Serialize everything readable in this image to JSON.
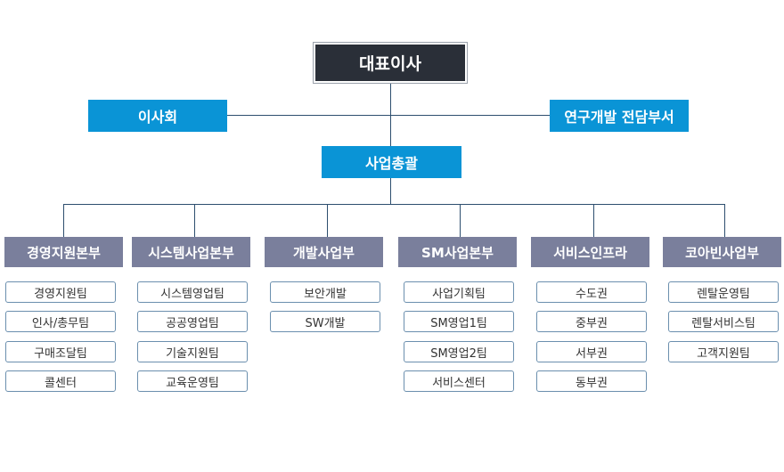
{
  "ceo": "대표이사",
  "board": "이사회",
  "rnd": "연구개발 전담부서",
  "business_head": "사업총괄",
  "divisions": [
    {
      "name": "경영지원본부",
      "teams": [
        "경영지원팀",
        "인사/총무팀",
        "구매조달팀",
        "콜센터"
      ]
    },
    {
      "name": "시스템사업본부",
      "teams": [
        "시스템영업팀",
        "공공영업팀",
        "기술지원팀",
        "교육운영팀"
      ]
    },
    {
      "name": "개발사업부",
      "teams": [
        "보안개발",
        "SW개발"
      ]
    },
    {
      "name": "SM사업본부",
      "teams": [
        "사업기획팀",
        "SM영업1팀",
        "SM영업2팀",
        "서비스센터"
      ]
    },
    {
      "name": "서비스인프라",
      "teams": [
        "수도권",
        "중부권",
        "서부권",
        "동부권"
      ]
    },
    {
      "name": "코아빈사업부",
      "teams": [
        "렌탈운영팀",
        "렌탈서비스팀",
        "고객지원팀"
      ]
    }
  ],
  "colors": {
    "ceo": "#2a2f38",
    "blue": "#0a94d6",
    "division": "#7a7f9c",
    "line": "#2d4e6e"
  }
}
